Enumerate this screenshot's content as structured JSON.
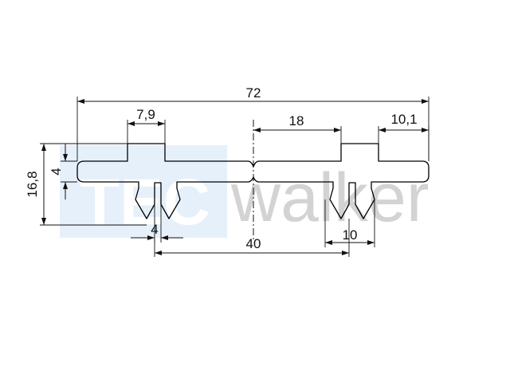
{
  "watermark": {
    "logo_text": "TEC",
    "brand_text": "walker",
    "box_color": "#e6f0fb",
    "logo_color": "#ffffff",
    "brand_color": "#d3d3d3"
  },
  "dimensions": {
    "overall_width": "72",
    "flange_width": "7,9",
    "top_inner": "18",
    "top_right": "10,1",
    "total_height": "16,8",
    "plate_thickness": "4",
    "leg_width_left": "4",
    "leg_spacing": "40",
    "leg_width_right": "10"
  },
  "colors": {
    "line": "#111111",
    "background": "#ffffff"
  }
}
